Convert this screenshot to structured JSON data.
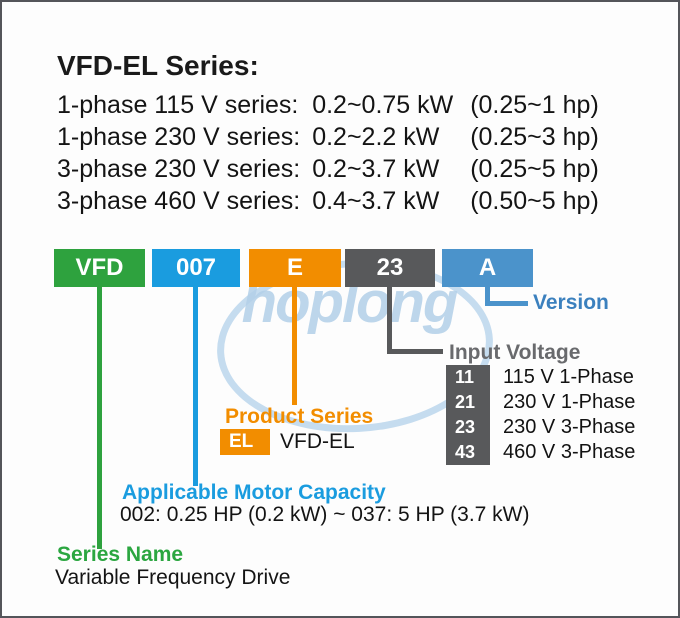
{
  "header": {
    "title": "VFD-EL Series:",
    "series_lines": [
      {
        "prefix": "1-phase 115 V series:",
        "kw_range": "0.2~0.75 kW",
        "hp_range": "(0.25~1 hp)"
      },
      {
        "prefix": "1-phase 230 V series:",
        "kw_range": "0.2~2.2 kW",
        "hp_range": "(0.25~3 hp)"
      },
      {
        "prefix": "3-phase 230 V series:",
        "kw_range": "0.2~3.7 kW",
        "hp_range": "(0.25~5 hp)"
      },
      {
        "prefix": "3-phase 460 V series:",
        "kw_range": "0.4~3.7 kW",
        "hp_range": "(0.50~5 hp)"
      }
    ]
  },
  "model_code": {
    "segments": [
      {
        "label": "VFD",
        "color": "#2EA23E"
      },
      {
        "label": "007",
        "color": "#1A9CDF"
      },
      {
        "label": "E",
        "color": "#F28D00"
      },
      {
        "label": "23",
        "color": "#58595B"
      },
      {
        "label": "A",
        "color": "#4B93CB"
      }
    ]
  },
  "callouts": {
    "version": {
      "label": "Version"
    },
    "input_voltage": {
      "label": "Input Voltage",
      "options": [
        {
          "code": "11",
          "desc": "115 V 1-Phase"
        },
        {
          "code": "21",
          "desc": "230 V 1-Phase"
        },
        {
          "code": "23",
          "desc": "230 V 3-Phase"
        },
        {
          "code": "43",
          "desc": "460 V 3-Phase"
        }
      ]
    },
    "product_series": {
      "label": "Product Series",
      "code": "EL",
      "desc": "VFD-EL"
    },
    "motor_capacity": {
      "label": "Applicable Motor Capacity",
      "range": "002: 0.25 HP (0.2 kW) ~ 037: 5 HP (3.7 kW)"
    },
    "series_name": {
      "label": "Series Name",
      "desc": "Variable Frequency Drive"
    }
  },
  "colors": {
    "series_name_green": "#2EA23E",
    "motor_capacity_blue": "#1A9CDF",
    "product_series_orange": "#F28D00",
    "input_voltage_gray": "#58595B",
    "version_blue": "#3B80BE",
    "watermark_blue": "#C3DAEC"
  },
  "watermark": {
    "text": "hoplong"
  }
}
